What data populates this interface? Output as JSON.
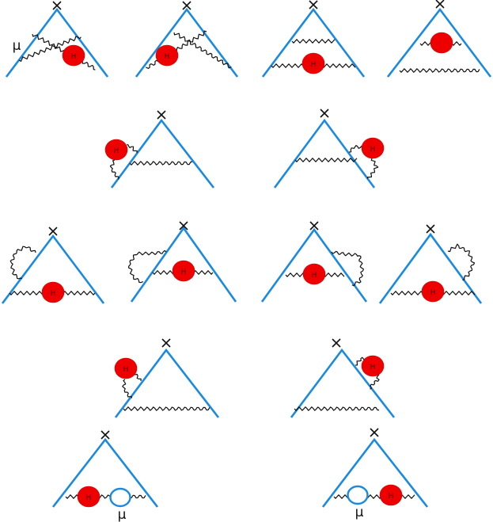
{
  "labels": {
    "muon": "μ",
    "vertex_mark": "×",
    "blob": "H"
  },
  "colors": {
    "lepton_line": "#1a8ae0",
    "blob_fill": "#ee0000",
    "photon": "#111111",
    "vertex": "#111111"
  },
  "panels": [
    {
      "id": "1a",
      "photons": [
        "crossed",
        "crossed"
      ],
      "blob": "on-right-crossed-photon",
      "show_mu": true
    },
    {
      "id": "1b",
      "photons": [
        "crossed",
        "crossed"
      ],
      "blob": "on-left-crossed-photon"
    },
    {
      "id": "1c",
      "photons": [
        "horizontal",
        "horizontal"
      ],
      "blob": "on-lower-photon"
    },
    {
      "id": "1d",
      "photons": [
        "horizontal",
        "horizontal"
      ],
      "blob": "on-upper-photon-unlabeled"
    },
    {
      "id": "2a",
      "photons": [
        "external-loop",
        "horizontal"
      ],
      "blob": "on-external-loop-left"
    },
    {
      "id": "2b",
      "photons": [
        "external-loop",
        "horizontal"
      ],
      "blob": "on-external-loop-right"
    },
    {
      "id": "3a",
      "photons": [
        "external-loop",
        "horizontal"
      ],
      "blob": "on-horizontal-photon"
    },
    {
      "id": "3b",
      "photons": [
        "external-loop",
        "horizontal"
      ],
      "blob": "on-horizontal-photon"
    },
    {
      "id": "3c",
      "photons": [
        "external-loop",
        "horizontal"
      ],
      "blob": "on-horizontal-photon"
    },
    {
      "id": "3d",
      "photons": [
        "external-loop",
        "horizontal"
      ],
      "blob": "on-horizontal-photon"
    },
    {
      "id": "4a",
      "photons": [
        "external-loop",
        "horizontal"
      ],
      "blob": "on-external-loop-left"
    },
    {
      "id": "4b",
      "photons": [
        "external-loop",
        "horizontal"
      ],
      "blob": "on-external-loop-right"
    },
    {
      "id": "5a",
      "photons": [
        "horizontal"
      ],
      "blob": "on-photon-with-muon-loop",
      "show_mu": true
    },
    {
      "id": "5b",
      "photons": [
        "horizontal"
      ],
      "blob": "on-photon-with-muon-loop",
      "show_mu": true
    }
  ]
}
